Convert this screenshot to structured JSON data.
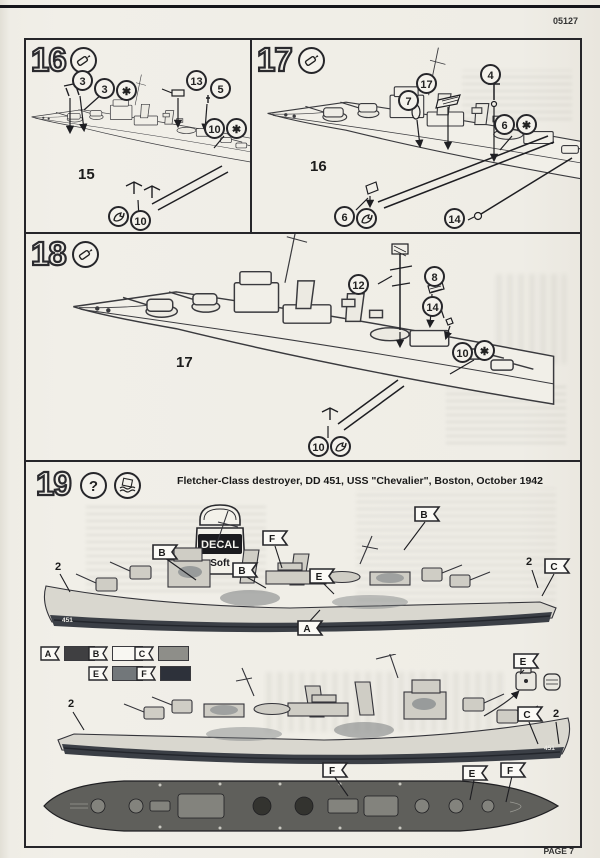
{
  "page": {
    "kit_number": "05127",
    "page_label": "PAGE 7"
  },
  "sym": {
    "ast": "✱"
  },
  "steps": {
    "s16": {
      "number": "16",
      "ship_label": "15",
      "c3a": "3",
      "c3b": "3",
      "c13": "13",
      "c5": "5",
      "c10": "10",
      "c10b": "10"
    },
    "s17": {
      "number": "17",
      "ship_label": "16",
      "c17": "17",
      "c4": "4",
      "c7": "7",
      "c6": "6",
      "c6b": "6",
      "c14": "14"
    },
    "s18": {
      "number": "18",
      "ship_label": "17",
      "c12": "12",
      "c8": "8",
      "c14": "14",
      "c10": "10",
      "c10b": "10"
    },
    "s19": {
      "number": "19",
      "question": "?",
      "title": "Fletcher-Class destroyer, DD 451, USS \"Chevalier\", Boston, October 1942",
      "decal_bottle": {
        "brand": "DECAL",
        "type": "Soft"
      },
      "hull_number": "451",
      "legend": [
        {
          "letter": "A",
          "color": "#3f3f41"
        },
        {
          "letter": "B",
          "color": "#f8f7f2"
        },
        {
          "letter": "C",
          "color": "#8e8e89"
        },
        {
          "letter": "E",
          "color": "#72777a"
        },
        {
          "letter": "F",
          "color": "#2d313a"
        }
      ],
      "profile1": {
        "n2_bow": "2",
        "b1": "B",
        "f": "F",
        "b2": "B",
        "e": "E",
        "a": "A",
        "b_mast": "B",
        "c": "C",
        "n2_stern": "2"
      },
      "profile2": {
        "n2_bow": "2",
        "e": "E",
        "c": "C",
        "n2_stern": "2"
      },
      "plan": {
        "f1": "F",
        "e": "E",
        "f2": "F"
      }
    }
  }
}
